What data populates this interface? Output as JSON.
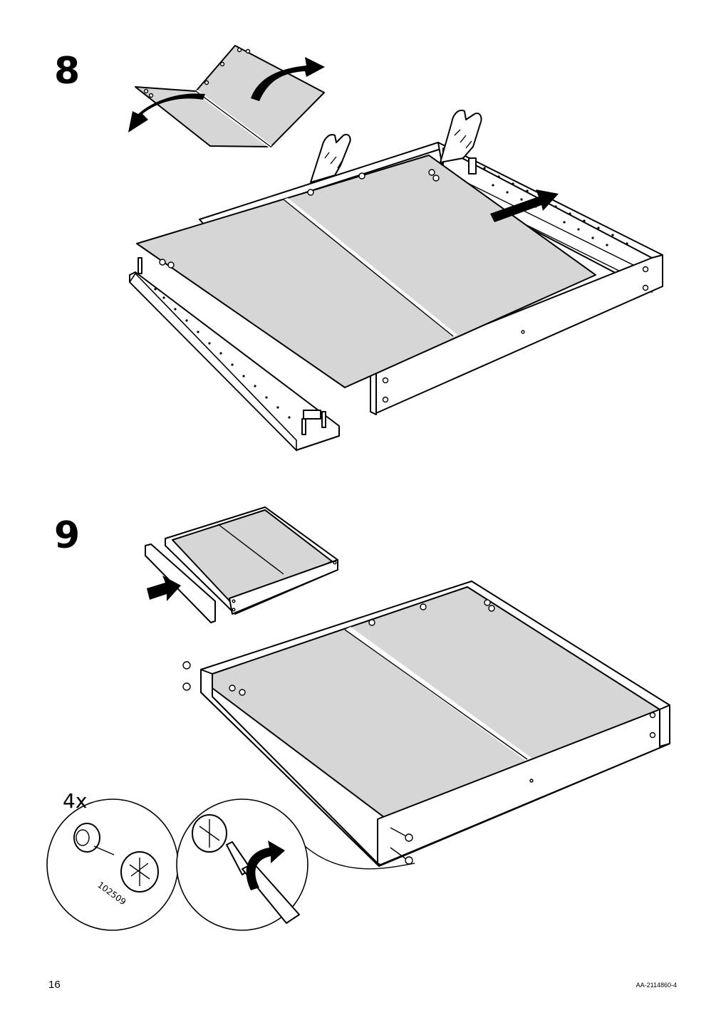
{
  "steps": [
    {
      "number": "8"
    },
    {
      "number": "9"
    }
  ],
  "callout": {
    "quantity": "4x",
    "part_number": "102509"
  },
  "footer": {
    "page_number": "16",
    "document_code": "AA-2114860-4"
  },
  "icons": [
    "hand-press-icon",
    "push-arrow-icon",
    "rotate-arrow-icon",
    "cam-lock-icon",
    "screwdriver-icon"
  ]
}
